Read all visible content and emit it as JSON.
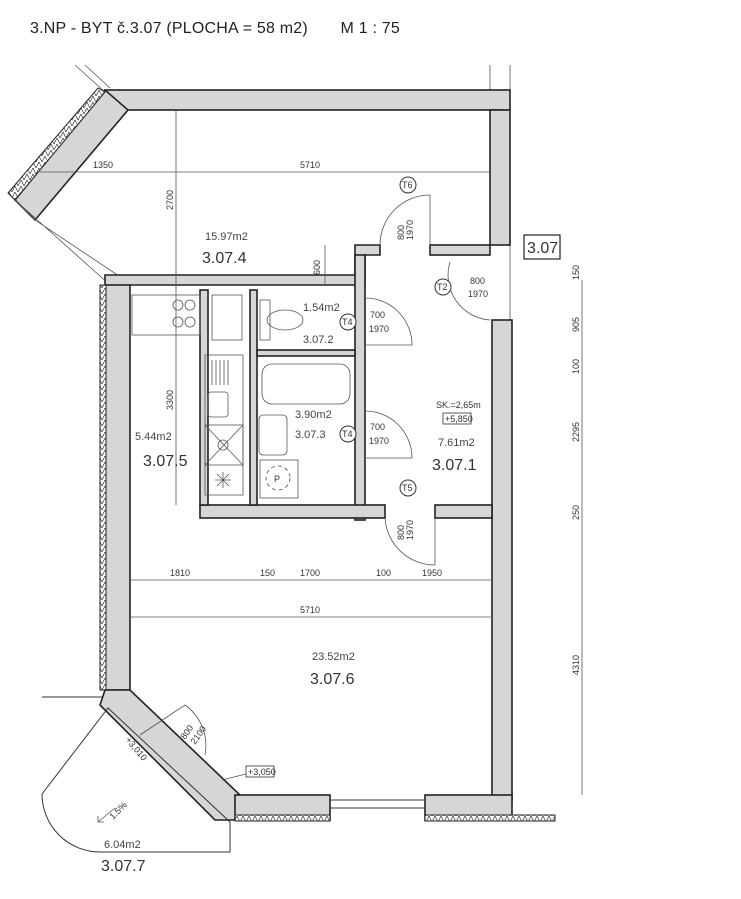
{
  "header": {
    "title": "3.NP - BYT č.3.07 (PLOCHA = 58 m2)",
    "scale": "M 1 : 75"
  },
  "apartment_tag": "3.07",
  "rooms": [
    {
      "area": "15.97m2",
      "id": "3.07.4"
    },
    {
      "area": "1.54m2",
      "id": "3.07.2"
    },
    {
      "area": "3.90m2",
      "id": "3.07.3"
    },
    {
      "area": "5.44m2",
      "id": "3.07.5"
    },
    {
      "area": "7.61m2",
      "id": "3.07.1"
    },
    {
      "area": "23.52m2",
      "id": "3.07.6"
    },
    {
      "area": "6.04m2",
      "id": "3.07.7"
    }
  ],
  "hall_info": {
    "ceiling_height": "SK.=2,65m",
    "level": "+5,850"
  },
  "doors": [
    {
      "type": "T6",
      "width": "800",
      "height": "1970"
    },
    {
      "type": "T2",
      "width": "800",
      "height": "1970"
    },
    {
      "type": "T4",
      "width": "700",
      "height": "1970"
    },
    {
      "type": "T4",
      "width": "700",
      "height": "1970"
    },
    {
      "type": "T5",
      "width": "800",
      "height": "1970"
    }
  ],
  "balcony_door": {
    "width": "800",
    "height": "2100"
  },
  "levels": {
    "balcony": "+3,010",
    "room": "+3,050",
    "slope": "1.5%"
  },
  "dimensions": {
    "top_left": "1350",
    "top_width": "5710",
    "top_depth": "2700",
    "step": "600",
    "kitchen_depth": "3300",
    "mid": [
      "1810",
      "150",
      "1700",
      "100",
      "1950"
    ],
    "living_width": "5710",
    "right": [
      "150",
      "905",
      "100",
      "2295",
      "250",
      "4310"
    ]
  }
}
